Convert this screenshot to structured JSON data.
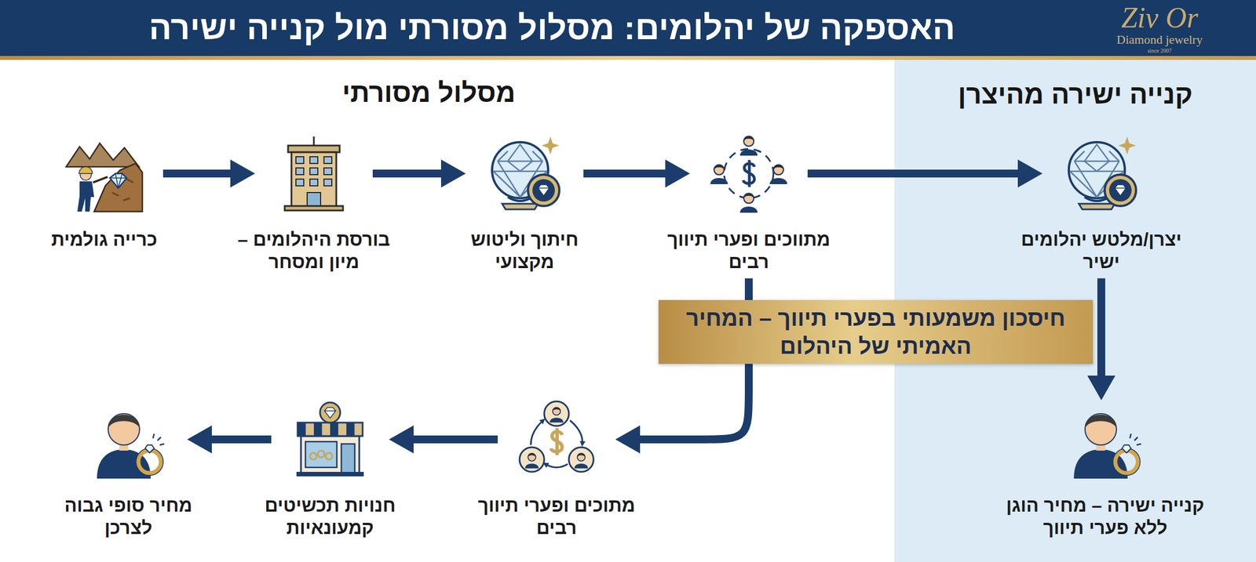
{
  "diagram": {
    "title": "האספקה של יהלומים: מסלול מסורתי מול קנייה ישירה",
    "nodes": [
      {
        "text": [
          "קנייה ישירה מהיצרן"
        ]
      },
      {
        "text": [
          "כרייה גולמית"
        ]
      },
      {
        "text": [
          "בורסת היהלומים – מיון ומסחר"
        ]
      },
      {
        "text": [
          "חיתוך וליטוש מקצועי"
        ]
      },
      {
        "text": [
          "מתווכים ופערי תיווך רבים"
        ]
      },
      {
        "text": [
          "יצרן/מלטש יהלומים ישיר"
        ],
        "in": 0
      },
      {
        "text": [
          "חיסכון משמעותי בפערי תיווך – המחיר האמיתי של היהלום"
        ]
      },
      {
        "text": [
          "מתוכים ופערי תיווך רבים"
        ]
      },
      {
        "text": [
          "חנויות תכשיטים קמעונאיות"
        ]
      },
      {
        "text": [
          "מחיר סופי גבוה לצרכן"
        ]
      },
      {
        "text": [
          "קנייה ישירה – מחיר הוגן ללא פערי תיווך"
        ],
        "in": 0
      }
    ],
    "edges": [
      {
        "from": 1,
        "to": 2,
        "arrow": "to"
      },
      {
        "from": 2,
        "to": 3,
        "arrow": "to"
      },
      {
        "from": 3,
        "to": 4,
        "arrow": "to"
      },
      {
        "from": 4,
        "to": 5,
        "arrow": "to"
      },
      {
        "from": 4,
        "to": 7,
        "arrow": "to"
      },
      {
        "from": 7,
        "to": 8,
        "arrow": "to"
      },
      {
        "from": 8,
        "to": 9,
        "arrow": "to"
      },
      {
        "from": 5,
        "to": 10,
        "arrow": "to"
      }
    ],
    "labels": [
      "מסלול מסורתי",
      "Ziv Or",
      "Diamond jewelry",
      "since 2007"
    ]
  }
}
